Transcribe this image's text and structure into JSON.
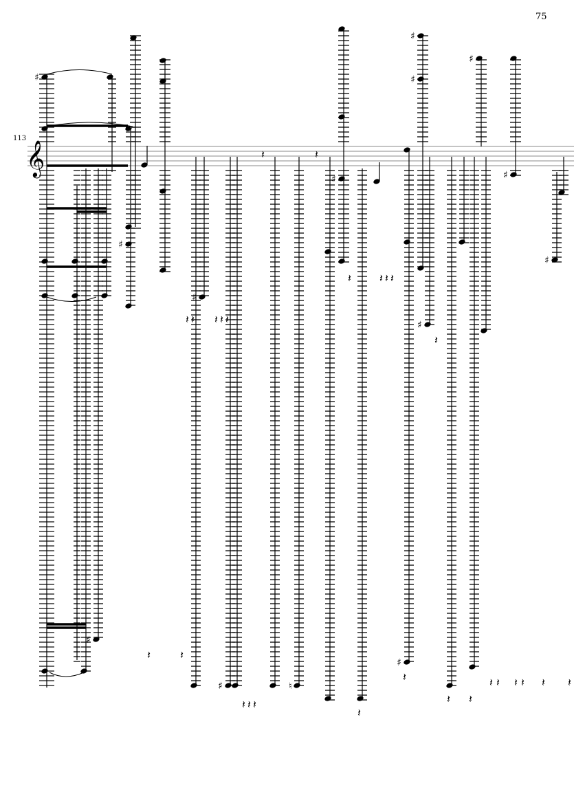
{
  "page": {
    "page_number": "75",
    "measure_number": "113"
  },
  "score": {
    "clef": "treble-clef",
    "ink_color": "#000000",
    "staff_color": "#888888"
  }
}
